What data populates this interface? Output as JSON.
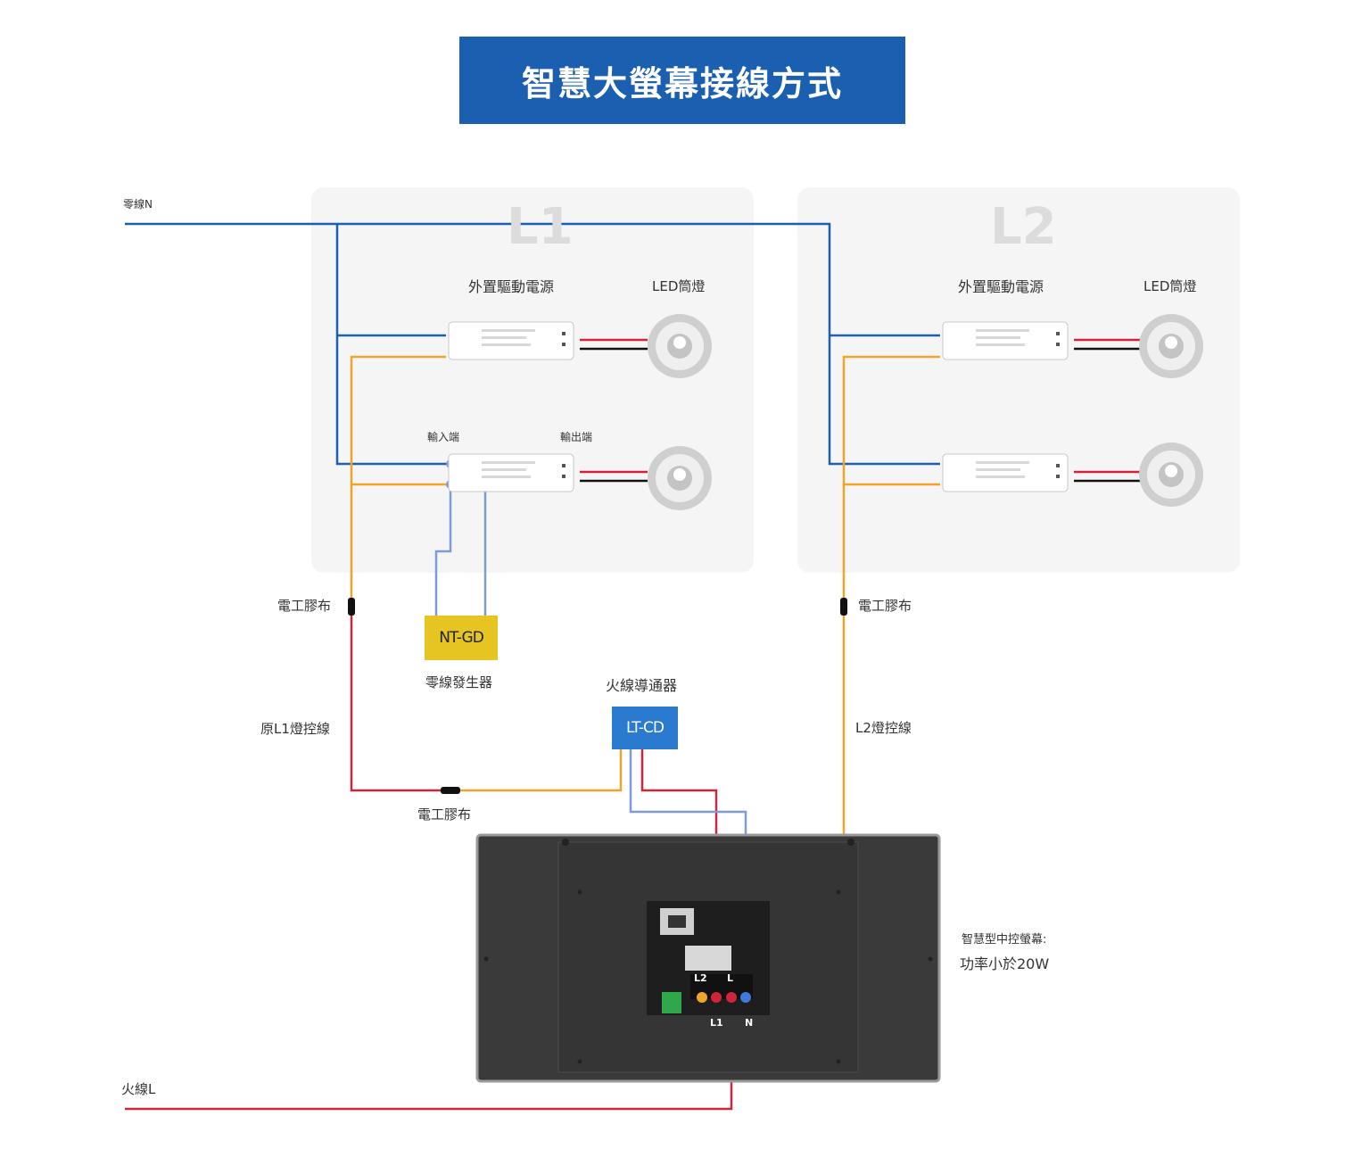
{
  "title": "智慧大螢幕接線方式",
  "panels": [
    {
      "letter": "L1",
      "driver_label": "外置驅動電源",
      "lamp_label": "LED筒燈"
    },
    {
      "letter": "L2",
      "driver_label": "外置驅動電源",
      "lamp_label": "LED筒燈"
    }
  ],
  "ports": {
    "input": "輸入端",
    "output": "輸出端"
  },
  "lines": {
    "neutral": "零線N",
    "live": "火線L"
  },
  "tape_labels": {
    "left": "電工膠布",
    "right": "電工膠布",
    "bottom": "電工膠布"
  },
  "control_lines": {
    "l1": "原L1燈控線",
    "l2": "L2燈控線"
  },
  "ntgd": {
    "code": "NT-GD",
    "name": "零線發生器"
  },
  "ltcd": {
    "code": "LT-CD",
    "name": "火線導通器"
  },
  "screen": {
    "desc_line1": "智慧型中控螢幕:",
    "desc_line2": "功率小於20W",
    "terminals": {
      "l2": "L2",
      "l": "L",
      "l1": "L1",
      "n": "N"
    }
  },
  "colors": {
    "title_bg": "#1b5fb0",
    "neutral_wire": "#1b5fb0",
    "live_wire": "#d0243a",
    "control_wire": "#f0a528",
    "signal_wire": "#7f9bd6",
    "ntgd_box": "#e6c421",
    "ltcd_box": "#2a7bd0"
  }
}
